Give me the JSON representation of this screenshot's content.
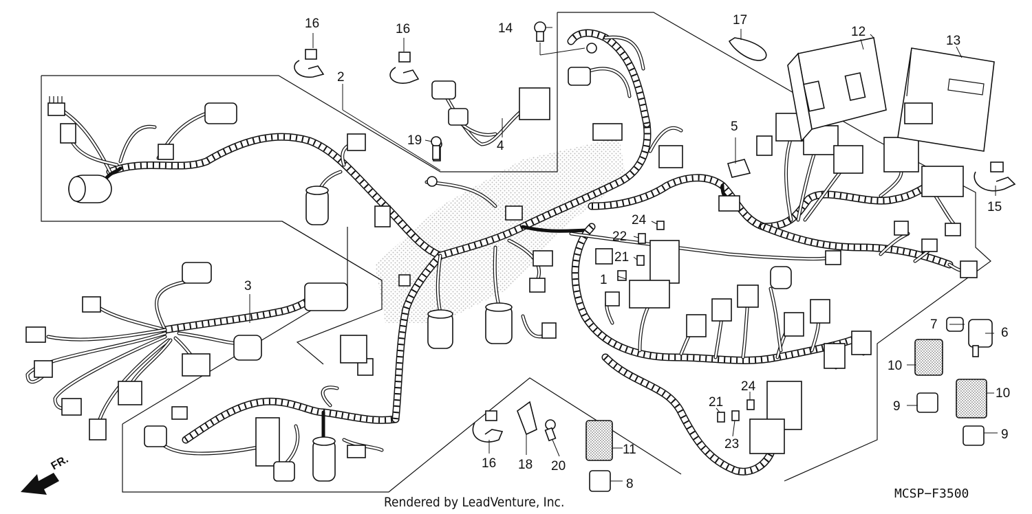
{
  "diagram": {
    "title": "",
    "callouts": {
      "c1": "1",
      "c2": "2",
      "c3": "3",
      "c4": "4",
      "c5": "5",
      "c6": "6",
      "c7": "7",
      "c8": "8",
      "c9a": "9",
      "c9b": "9",
      "c10a": "10",
      "c10b": "10",
      "c11": "11",
      "c12": "12",
      "c13": "13",
      "c14": "14",
      "c15": "15",
      "c16a": "16",
      "c16b": "16",
      "c16c": "16",
      "c17": "17",
      "c18": "18",
      "c19": "19",
      "c20": "20",
      "c21a": "21",
      "c21b": "21",
      "c22": "22",
      "c23": "23",
      "c24a": "24",
      "c24b": "24"
    },
    "direction_label": "FR.",
    "footer": {
      "credit": "Rendered by LeadVenture, Inc.",
      "code": "MCSP−F3500"
    }
  },
  "colors": {
    "ink": "#111111",
    "paper": "#ffffff",
    "stipple": "#8a8a8a"
  }
}
